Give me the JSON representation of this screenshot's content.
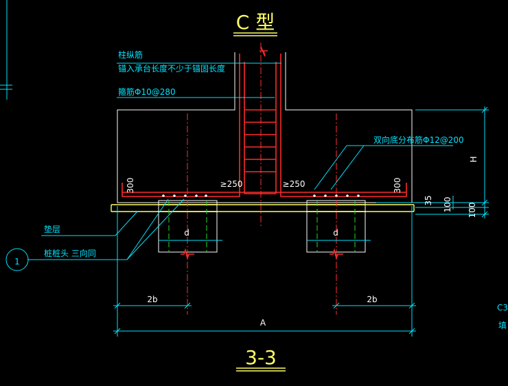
{
  "title": "C 型",
  "section_label": "3-3",
  "callout_number": "1",
  "annotations": {
    "column_rebar": "柱纵筋",
    "anchor_note": "锚入承台长度不少于锚固长度",
    "stirrup": "箍筋Φ10@280",
    "bottom_rebar": "双向底分布筋Φ12@200",
    "cushion": "垫层",
    "pile_head": "桩桩头 三向同"
  },
  "dimensions": {
    "hook_left": "300",
    "hook_right": "300",
    "lap_left": "≥250",
    "lap_right": "≥250",
    "height": "H",
    "dim_35": "35",
    "dim_100a": "100",
    "dim_100b": "100",
    "pile_d_left": "d",
    "pile_d_right": "d",
    "edge_left": "2b",
    "edge_right": "2b",
    "total_width": "A"
  },
  "edge_text": {
    "line1": "C3",
    "line2": "填"
  },
  "colors": {
    "background": "#000000",
    "dimension": "#00e5ff",
    "outline": "#ffffff",
    "rebar": "#ff2a2a",
    "cushion": "#ffff66",
    "pile_axis": "#22dd22"
  }
}
